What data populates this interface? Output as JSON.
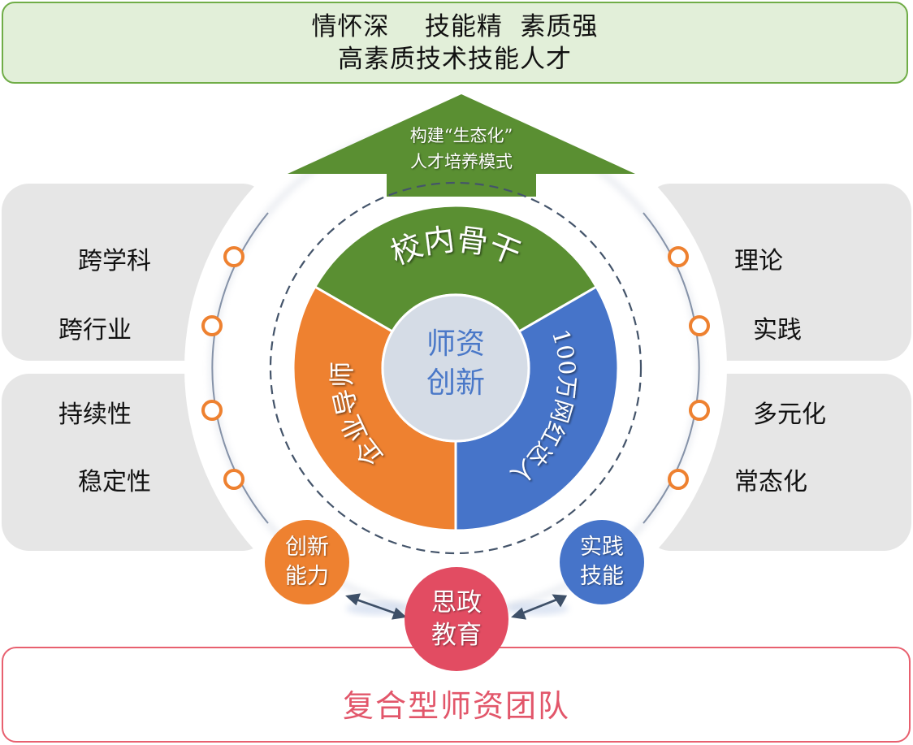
{
  "header": {
    "line1": "情怀深    技能精  素质强",
    "line2": "高素质技术技能人才"
  },
  "arrow": {
    "line1": "构建“生态化”",
    "line2": "人才培养模式",
    "color": "#5a8f32"
  },
  "center": {
    "line1": "师资",
    "line2": "创新"
  },
  "ring_segments": [
    {
      "label": "校内骨干",
      "color": "#5a8f32"
    },
    {
      "label": "100万网红达人",
      "color": "#4674c9"
    },
    {
      "label": "企业导师",
      "color": "#ee8130"
    }
  ],
  "left_panel": {
    "items": [
      "跨学科",
      "跨行业",
      "持续性",
      "稳定性"
    ]
  },
  "right_panel": {
    "items": [
      "理论",
      "实践",
      "多元化",
      "常态化"
    ]
  },
  "bubbles": {
    "innovation": {
      "line1": "创新",
      "line2": "能力",
      "color": "#ee8130"
    },
    "ideology": {
      "line1": "思政",
      "line2": "教育",
      "color": "#e24c62"
    },
    "practice": {
      "line1": "实践",
      "line2": "技能",
      "color": "#4674c9"
    }
  },
  "footer": {
    "title": "复合型师资团队"
  },
  "colors": {
    "dot_orange": "#ee8130",
    "panel_gray": "#e6e6e6",
    "dashed_ring": "#44546a"
  }
}
